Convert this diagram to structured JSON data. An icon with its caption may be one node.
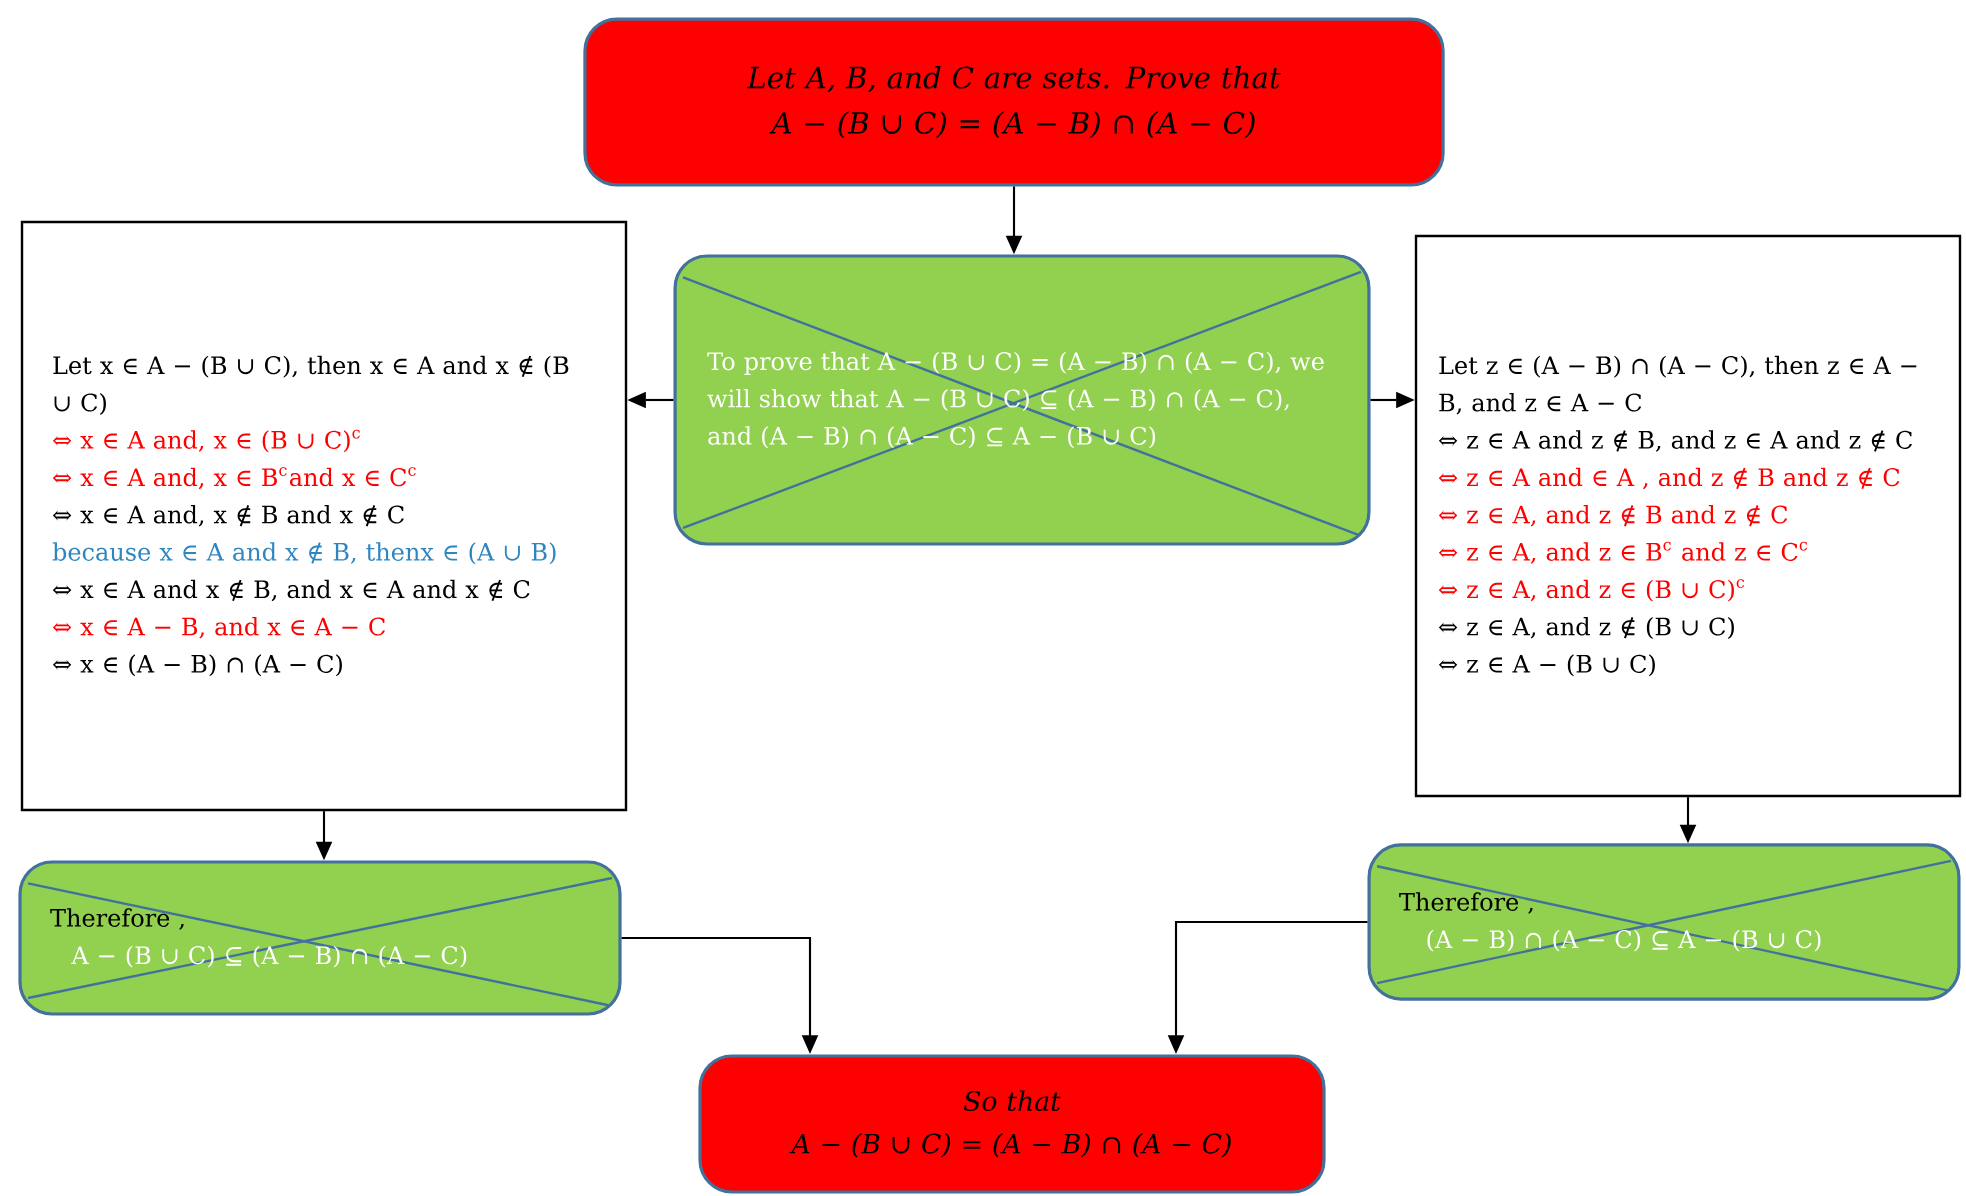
{
  "diagram": {
    "nodes": [
      {
        "text": [
          "Let A, B, and C are sets. Prove that A − (B ∪ C) = (A − B) ∩ (A − C)"
        ]
      },
      {
        "text": [
          "To prove that A − (B ∪ C) = (A − B) ∩ (A − C), we will show that A − (B ∪ C) ⊆ (A − B) ∩ (A − C), and (A − B) ∩ (A − C) ⊆ A − (B ∪ C)"
        ]
      },
      {
        "text": [
          "Let x ∈ A − (B ∪ C), then x ∈ A and x ∉ (B ∪ C)",
          "⇔ x ∈ A and, x ∈ (B ∪ C)$^{c}$",
          "⇔ x ∈ A and, x ∈ B$^{c}$and x ∈ C$^{c}$",
          "⇔ x ∈ A and, x ∉ B and x ∉ C",
          "because x ∈ A and x ∉ B, thenx ∈ (A ∪ B)",
          "⇔ x ∈ A and x ∉ B, and x ∈ A and x ∉ C",
          "⇔ x ∈ A − B, and x ∈ A − C",
          "⇔ x ∈ (A − B) ∩ (A − C)"
        ]
      },
      {
        "text": [
          "Let z ∈ (A − B) ∩ (A − C), then z ∈ A − B, and z ∈ A − C",
          "⇔ z ∈ A and z ∉ B, and z ∈ A and z ∉ C",
          "⇔ z ∈ A and ∈ A , and z ∉ B and z ∉ C",
          "⇔ z ∈ A, and z ∉ B and z ∉ C",
          "⇔ z ∈ A, and z ∈ B$^{c}$ and z ∈ C$^{c}$",
          "⇔ z ∈ A, and z ∈ (B ∪ C)$^{c}$",
          "⇔ z ∈ A, and z ∉ (B ∪ C)",
          "⇔ z ∈ A − (B ∪ C)"
        ]
      },
      {
        "text": [
          "Therefore ,",
          "A − (B ∪ C) ⊆ (A − B) ∩ (A − C)"
        ]
      },
      {
        "text": [
          "Therefore ,",
          "(A − B) ∩ (A − C) ⊆ A − (B ∪ C)"
        ]
      },
      {
        "text": [
          "So that",
          "A − (B ∪ C) = (A − B) ∩ (A − C)"
        ]
      }
    ],
    "edges": [
      {
        "from": 0,
        "to": 1,
        "arrow": "to"
      },
      {
        "from": 1,
        "to": 2,
        "arrow": "to"
      },
      {
        "from": 1,
        "to": 3,
        "arrow": "to"
      },
      {
        "from": 2,
        "to": 4,
        "arrow": "to"
      },
      {
        "from": 3,
        "to": 5,
        "arrow": "to"
      },
      {
        "from": 4,
        "to": 6,
        "arrow": "to"
      },
      {
        "from": 5,
        "to": 6,
        "arrow": "to"
      }
    ]
  }
}
